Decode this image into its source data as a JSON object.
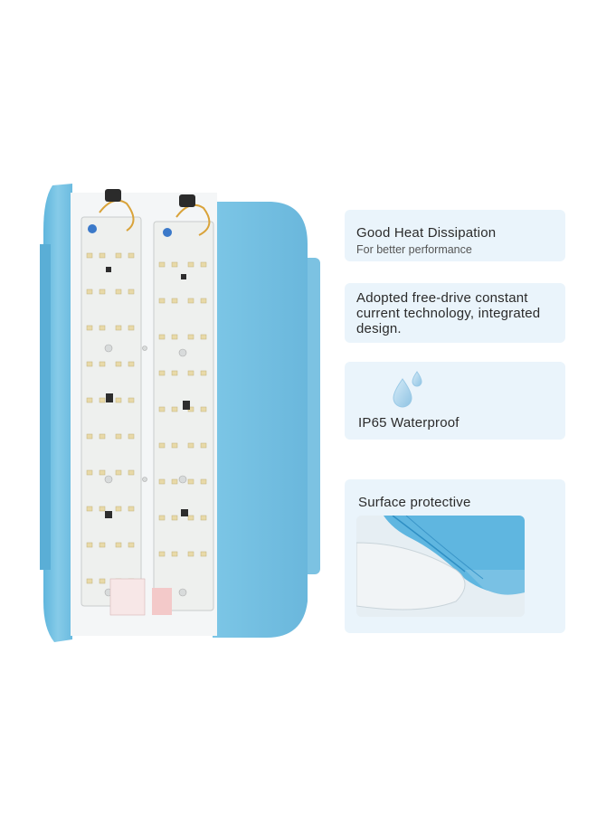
{
  "features": {
    "heat": {
      "title": "Good Heat Dissipation",
      "subtitle": "For better performance"
    },
    "drive": {
      "line1": "Adopted free-drive constant",
      "line2": "current technology, integrated",
      "line3": "design."
    },
    "waterproof": {
      "title": "IP65 Waterproof",
      "icon": "water-drop-icon"
    },
    "surface": {
      "title": "Surface protective"
    }
  },
  "colors": {
    "card_bg": "#eaf4fb",
    "aluminum_blue": "#7dc3e3",
    "led_board": "#eef0ee",
    "text": "#2b2b2b"
  }
}
